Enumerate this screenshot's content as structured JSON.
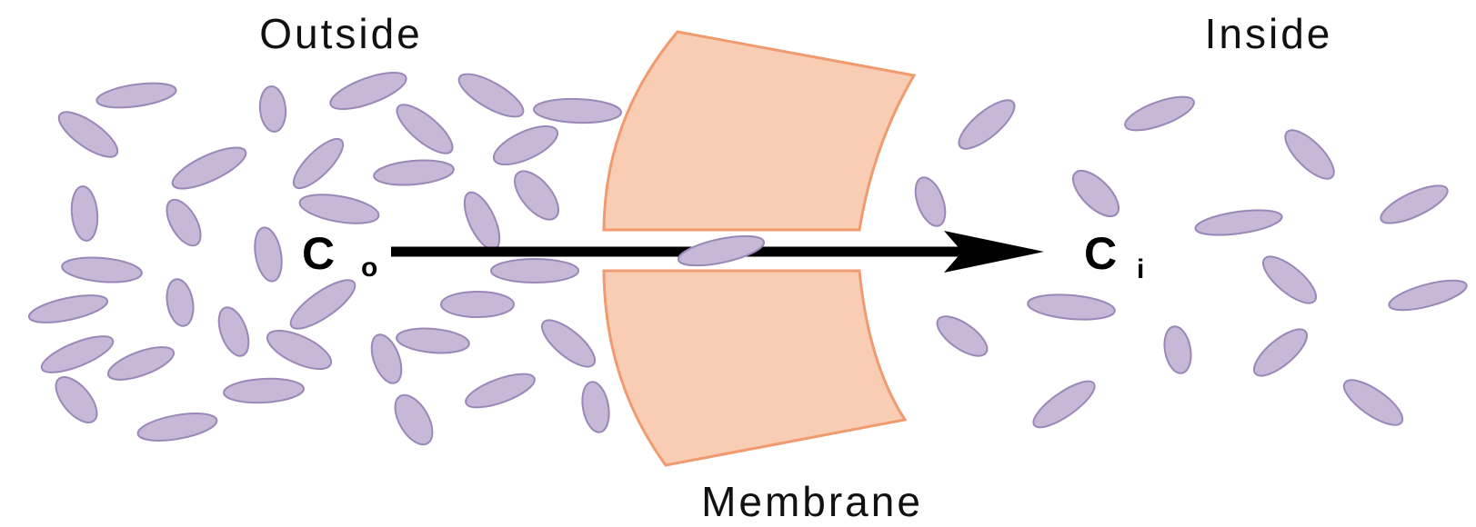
{
  "labels": {
    "outside": "Outside",
    "inside": "Inside",
    "membrane": "Membrane",
    "c_outside": {
      "main": "C",
      "sub": "o"
    },
    "c_inside": {
      "main": "C",
      "sub": "i"
    }
  },
  "colors": {
    "molecule_fill": "#c6b8d6",
    "molecule_stroke": "#9a88b8",
    "membrane_fill": "#f8cdb3",
    "membrane_stroke": "#f09a70",
    "arrow": "#000000",
    "text": "#111111"
  }
}
